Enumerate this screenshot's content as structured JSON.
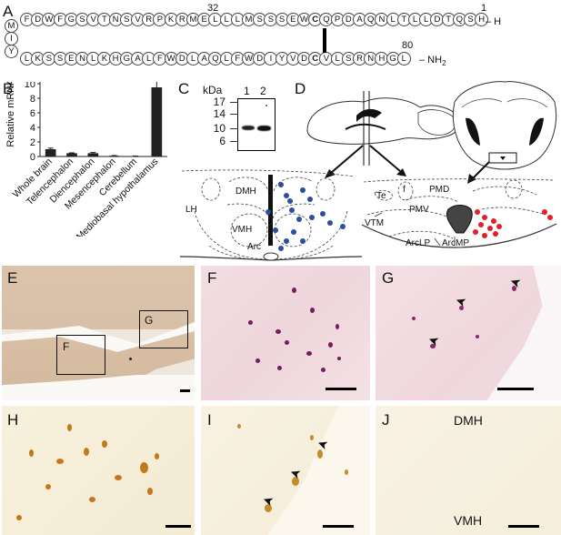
{
  "panels": {
    "a": "A",
    "b": "B",
    "c": "C",
    "d": "D",
    "e": "E",
    "f": "F",
    "g": "G",
    "h": "H",
    "i": "I",
    "j": "J"
  },
  "sequence": {
    "top_row": [
      "F",
      "D",
      "W",
      "F",
      "G",
      "S",
      "V",
      "T",
      "N",
      "S",
      "V",
      "R",
      "P",
      "K",
      "R",
      "M",
      "E",
      "L",
      "L",
      "L",
      "M",
      "S",
      "S",
      "S",
      "E",
      "W",
      "C",
      "Q",
      "P",
      "D",
      "A",
      "Q",
      "N",
      "L",
      "T",
      "L",
      "L",
      "D",
      "T",
      "Q",
      "S",
      "H"
    ],
    "bottom_row": [
      "L",
      "K",
      "S",
      "S",
      "E",
      "N",
      "L",
      "K",
      "H",
      "G",
      "A",
      "L",
      "F",
      "W",
      "D",
      "L",
      "A",
      "Q",
      "L",
      "F",
      "W",
      "D",
      "I",
      "Y",
      "V",
      "D",
      "C",
      "V",
      "L",
      "S",
      "R",
      "N",
      "H",
      "G",
      "L"
    ],
    "left_column": [
      "M",
      "I",
      "Y"
    ],
    "num_32": "32",
    "num_1": "1",
    "num_80": "80",
    "end_top": "– H",
    "end_bottom": "– NH",
    "end_bottom_sub": "2"
  },
  "chart_data": {
    "type": "bar",
    "categories": [
      "Whole brain",
      "Telencephalon",
      "Diencephalon",
      "Mesencephalon",
      "Cerebellum",
      "Mediobasal hypothalamus"
    ],
    "values": [
      1.0,
      0.45,
      0.45,
      0.1,
      0.05,
      9.5
    ],
    "errors": [
      0.15,
      0.05,
      0.1,
      0.03,
      0.02,
      1.0
    ],
    "ylabel": "Relative mRNA",
    "ylim": [
      0,
      12
    ],
    "yticks": [
      0,
      2,
      4,
      6,
      8,
      10,
      12
    ],
    "annotation": "***",
    "bar_color": "#222222"
  },
  "western": {
    "kda": "kDa",
    "markers": [
      "17",
      "14",
      "10",
      "6"
    ],
    "lanes": [
      "1",
      "2"
    ]
  },
  "atlas_c": {
    "labels": {
      "dmh": "DMH",
      "lh": "LH",
      "vmh": "VMH",
      "arc": "Arc"
    },
    "dot_color": "#2a4f9e"
  },
  "atlas_d": {
    "labels": {
      "te": "Te",
      "f": "f",
      "pmd": "PMD",
      "pmv": "PMV",
      "vtm": "VTM",
      "arclp": "ArcLP",
      "arcmp": "ArcMP"
    },
    "dot_color": "#e0202a"
  },
  "micro": {
    "box_f": "F",
    "box_g": "G",
    "j_dmh": "DMH",
    "j_vmh": "VMH"
  }
}
